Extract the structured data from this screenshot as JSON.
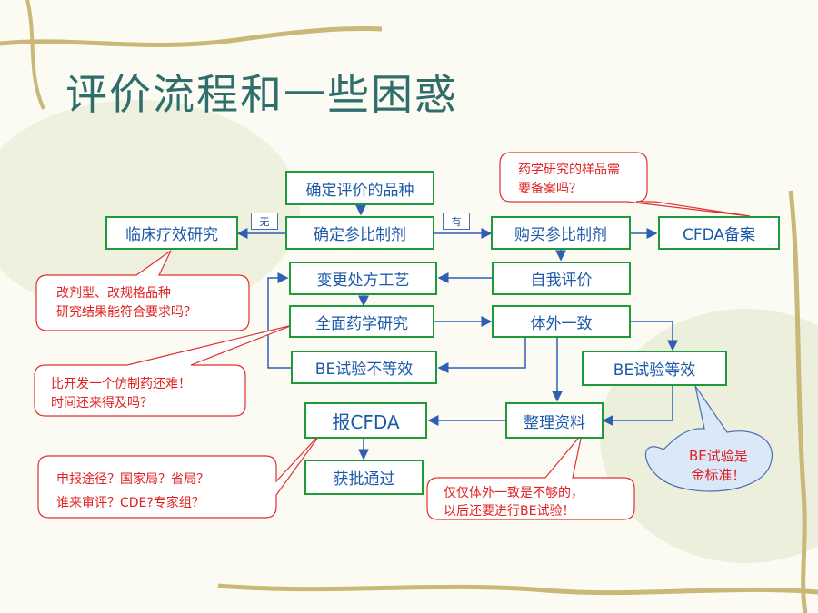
{
  "title": "评价流程和一些困惑",
  "nodes": {
    "confirm_variety": "确定评价的品种",
    "confirm_reference": "确定参比制剂",
    "clinical_study": "临床疗效研究",
    "buy_reference": "购买参比制剂",
    "cfda_filing": "CFDA备案",
    "change_process": "变更处方工艺",
    "self_eval": "自我评价",
    "full_pharma": "全面药学研究",
    "in_vitro_consistent": "体外一致",
    "be_not_equiv": "BE试验不等效",
    "be_equiv": "BE试验等效",
    "report_cfda": "报CFDA",
    "organize_data": "整理资料",
    "approved": "获批通过"
  },
  "edge_labels": {
    "none": "无",
    "has": "有"
  },
  "notes": {
    "sample_filing": [
      "药学研究的样品需",
      "要备案吗？"
    ],
    "dosage_change": [
      "改剂型、改规格品种",
      "研究结果能符合要求吗？"
    ],
    "harder": [
      "比开发一个仿制药还难！",
      "时间还来得及吗？"
    ],
    "route": [
      "申报途径？国家局？省局？",
      "谁来审评？CDE?专家组？"
    ],
    "not_enough": [
      "仅仅体外一致是不够的，",
      "以后还要进行BE试验！"
    ],
    "gold_standard": [
      "BE试验是",
      "金标准！"
    ]
  },
  "colors": {
    "node_border": "#1f9a3a",
    "node_text": "#1d5aa8",
    "arrow": "#2f5fb3",
    "note_text": "#e02020",
    "note_border": "#e03030",
    "title": "#2f6e6a"
  }
}
